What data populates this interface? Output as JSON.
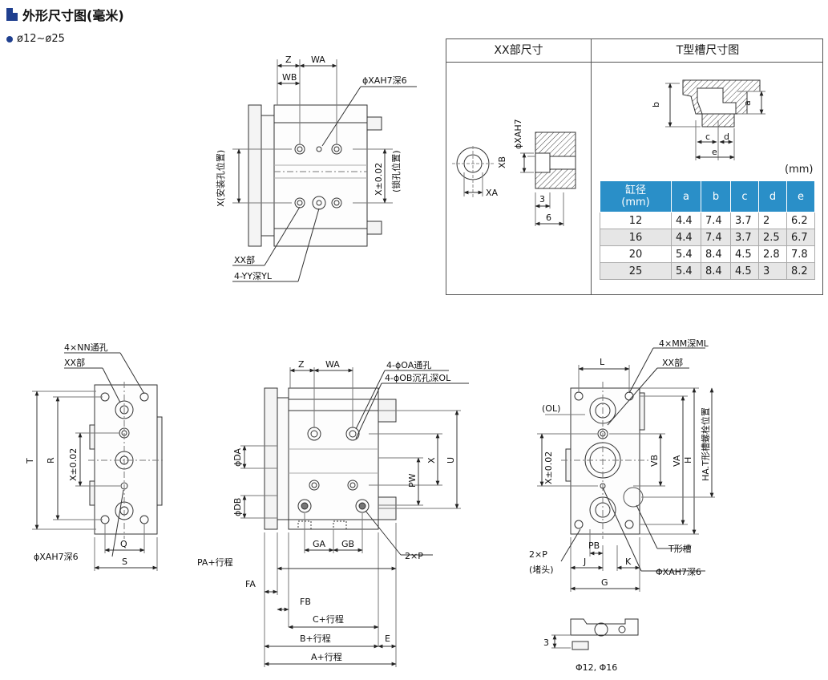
{
  "header": {
    "title": "外形尺寸图(毫米)",
    "subtitle": "ø12~ø25"
  },
  "table_panel": {
    "xx_title": "XX部尺寸",
    "t_title": "T型槽尺寸图",
    "unit": "(mm)",
    "columns": [
      "缸径\n(mm)",
      "a",
      "b",
      "c",
      "d",
      "e"
    ],
    "bore_label_top": "缸径",
    "bore_label_bottom": "(mm)",
    "rows": [
      [
        "12",
        "4.4",
        "7.4",
        "3.7",
        "2",
        "6.2"
      ],
      [
        "16",
        "4.4",
        "7.4",
        "3.7",
        "2.5",
        "6.7"
      ],
      [
        "20",
        "5.4",
        "8.4",
        "4.5",
        "2.8",
        "7.8"
      ],
      [
        "25",
        "5.4",
        "8.4",
        "4.5",
        "3",
        "8.2"
      ]
    ]
  },
  "labels": {
    "top_view": {
      "z": "Z",
      "wa": "WA",
      "wb": "WB",
      "xah7": "ϕXAH7深6",
      "x_install": "X(安装孔位置)",
      "x_lock": "X±0.02",
      "x_lock2": "(锁孔位置)",
      "xx": "XX部",
      "yy": "4-YY深YL"
    },
    "xx_detail": {
      "xah7": "ϕXAH7",
      "xb": "XB",
      "xa": "XA",
      "d3": "3",
      "d6": "6"
    },
    "t_slot": {
      "a": "a",
      "b": "b",
      "c": "c",
      "d": "d",
      "e": "e"
    },
    "left_view": {
      "nn": "4×NN通孔",
      "xx": "XX部",
      "t": "T",
      "r": "R",
      "x": "X±0.02",
      "q": "Q",
      "s": "S",
      "xah7": "ϕXAH7深6"
    },
    "mid_view": {
      "z": "Z",
      "wa": "WA",
      "oa": "4-ϕOA通孔",
      "ob": "4-ϕOB沉孔深OL",
      "da": "ϕDA",
      "db": "ϕDB",
      "x": "X",
      "u": "U",
      "pw": "PW",
      "ga": "GA",
      "gb": "GB",
      "p2": "2×P",
      "pa": "PA+行程",
      "fa": "FA",
      "fb": "FB",
      "c": "C+行程",
      "b": "B+行程",
      "e": "E",
      "a": "A+行程"
    },
    "right_view": {
      "mm": "4×MM深ML",
      "l": "L",
      "xx": "XX部",
      "ol": "(OL)",
      "x": "X±0.02",
      "vb": "VB",
      "va": "VA",
      "h": "H",
      "ha": "HA.T形槽螺栓位置",
      "p2": "2×P",
      "plug": "(堵头)",
      "pb": "PB",
      "j": "J",
      "k": "K",
      "g": "G",
      "tslot": "T形槽",
      "xah7": "ΦXAH7深6"
    },
    "small_view": {
      "dim": "3",
      "caption": "Φ12, Φ16"
    }
  }
}
